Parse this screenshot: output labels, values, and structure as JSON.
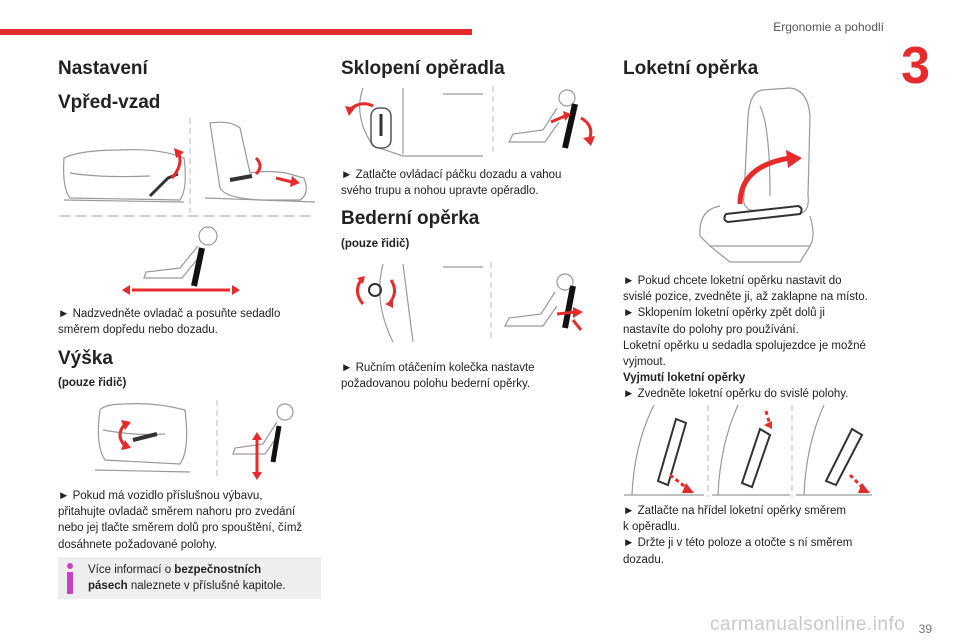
{
  "header": {
    "chapter_title": "Ergonomie a pohodlí",
    "chapter_number": "3"
  },
  "col1": {
    "title": "Nastavení",
    "fore_aft": {
      "heading": "Vpřed-vzad",
      "text_line1": "► Nadzvedněte ovladač a posuňte sedadlo",
      "text_line2": "směrem dopředu nebo dozadu."
    },
    "height": {
      "heading": "Výška",
      "note": "(pouze řidič)",
      "text_line1": "► Pokud má vozidlo příslušnou výbavu,",
      "text_line2": "přitahujte ovladač směrem nahoru pro zvedání",
      "text_line3": "nebo jej tlačte směrem dolů pro spouštění, čímž",
      "text_line4": "dosáhnete požadované polohy."
    },
    "info": {
      "pre": "Více informací o ",
      "bold1": "bezpečnostních",
      "bold2": "pásech",
      "post": " naleznete v příslušné kapitole."
    }
  },
  "col2": {
    "backrest": {
      "heading": "Sklopení opěradla",
      "text_line1": "► Zatlačte ovládací páčku dozadu a vahou",
      "text_line2": "svého trupu a nohou upravte opěradlo."
    },
    "lumbar": {
      "heading": "Bederní opěrka",
      "note": "(pouze řidič)",
      "text_line1": "► Ručním otáčením kolečka nastavte",
      "text_line2": "požadovanou polohu bederní opěrky."
    }
  },
  "col3": {
    "armrest": {
      "heading": "Loketní opěrka",
      "text_line1": "► Pokud chcete loketní opěrku nastavit do",
      "text_line2": "svislé pozice, zvedněte ji, až zaklapne na místo.",
      "text_line3": "► Sklopením loketní opěrky zpět dolů ji",
      "text_line4": "nastavíte do polohy pro používání.",
      "text_line5": "Loketní opěrku u sedadla spolujezdce je možné",
      "text_line6": "vyjmout.",
      "removal_heading": "Vyjmutí loketní opěrky",
      "text_line7": "► Zvedněte loketní opěrku do svislé polohy.",
      "text_line8": "► Zatlačte na hřídel loketní opěrky směrem",
      "text_line9": "k opěradlu.",
      "text_line10": "► Držte ji v této poloze a otočte s ní směrem",
      "text_line11": "dozadu."
    }
  },
  "footer": {
    "page_number": "39",
    "watermark": "carmanualsonline.info"
  },
  "colors": {
    "accent": "#e52b2b",
    "info_bar": "#c742c9",
    "line_art": "#9a9a9a"
  }
}
